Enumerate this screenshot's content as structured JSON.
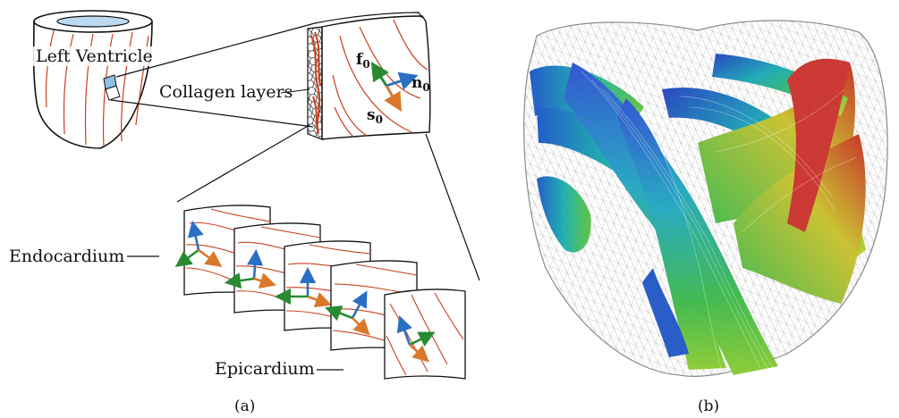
{
  "panel_a": {
    "left_ventricle_label": "Left Ventricle",
    "collagen_label": "Collagen layers",
    "endocardium_label": "Endocardium",
    "epicardium_label": "Epicardium",
    "vectors": {
      "f": "f",
      "s": "s",
      "n": "n",
      "subscript": "0"
    },
    "caption": "(a)"
  },
  "panel_b": {
    "caption": "(b)"
  },
  "colors": {
    "fiber_red": "#c8401e",
    "arrow_green": "#2a8a32",
    "arrow_blue": "#2b6fc4",
    "arrow_orange": "#d9782a",
    "mesh_gray": "#9a9a9a",
    "cavity_blue": "#bcd9f0"
  }
}
